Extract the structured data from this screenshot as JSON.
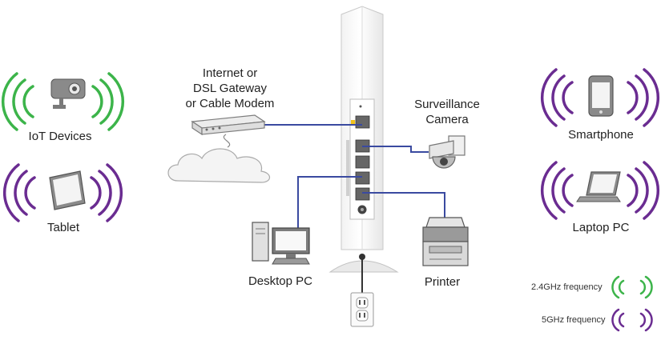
{
  "labels": {
    "internet_line1": "Internet or",
    "internet_line2": "DSL Gateway",
    "internet_line3": "or Cable Modem",
    "surveillance_line1": "Surveillance",
    "surveillance_line2": "Camera",
    "iot": "IoT Devices",
    "tablet": "Tablet",
    "smartphone": "Smartphone",
    "laptop": "Laptop PC",
    "desktop": "Desktop PC",
    "printer": "Printer"
  },
  "legend": {
    "band_24": "2.4GHz frequency",
    "band_5": "5GHz frequency"
  },
  "colors": {
    "band_24": "#3cb44a",
    "band_5": "#6a2c91",
    "cable": "#3a4aa0",
    "device_gray": "#8a8a8a",
    "outline": "#555555"
  },
  "icons": {
    "iot": "security-camera-icon",
    "tablet": "tablet-icon",
    "smartphone": "smartphone-icon",
    "laptop": "laptop-icon",
    "desktop": "desktop-pc-icon",
    "printer": "printer-icon",
    "modem": "modem-icon",
    "cloud": "cloud-icon",
    "outlet": "power-outlet-icon",
    "dome_camera": "dome-camera-icon",
    "router": "router-icon"
  }
}
